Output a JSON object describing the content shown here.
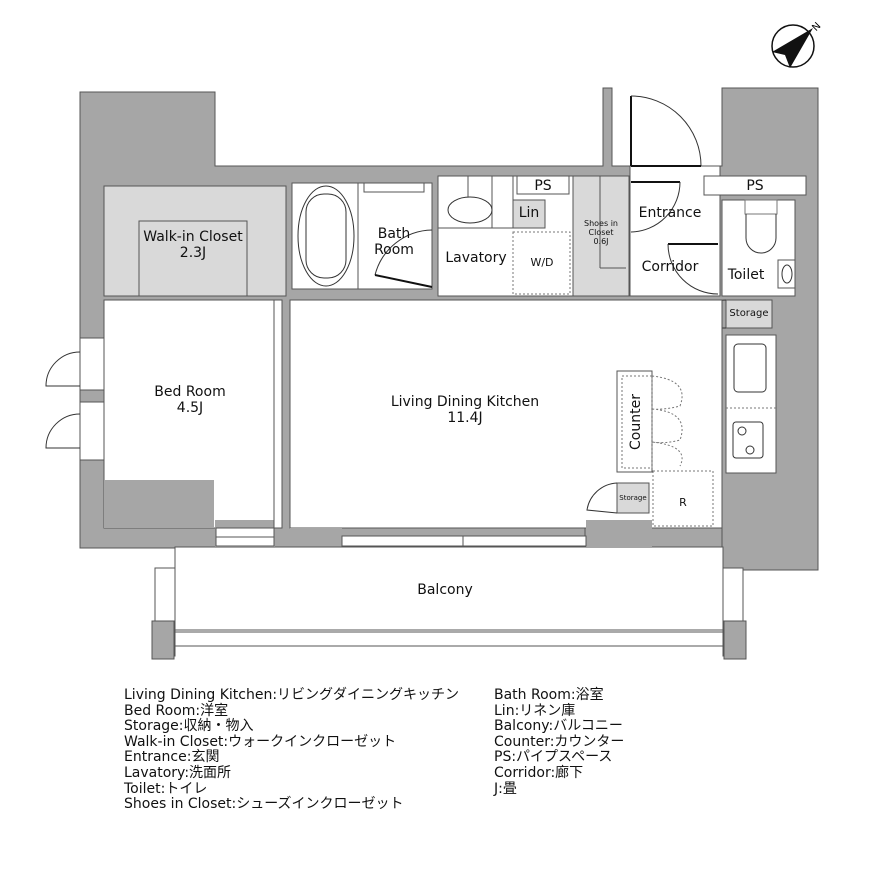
{
  "floor_plan": {
    "compass": {
      "label": "N",
      "icon": "north-arrow-icon"
    },
    "rooms": {
      "walk_in_closet": {
        "name": "Walk-in Closet",
        "size": "2.3J"
      },
      "bath_room": {
        "name_line1": "Bath",
        "name_line2": "Room"
      },
      "lavatory": {
        "name": "Lavatory"
      },
      "washer_dryer": {
        "name": "W/D"
      },
      "linen": {
        "name": "Lin"
      },
      "ps_left": {
        "name": "PS"
      },
      "ps_right": {
        "name": "PS"
      },
      "shoes_in_closet": {
        "name_line1": "Shoes in",
        "name_line2": "Closet",
        "size": "0.6J"
      },
      "entrance": {
        "name": "Entrance"
      },
      "corridor": {
        "name": "Corridor"
      },
      "toilet": {
        "name": "Toilet"
      },
      "storage_kitchen": {
        "name": "Storage"
      },
      "storage_small": {
        "name": "Storage"
      },
      "bed_room": {
        "name": "Bed Room",
        "size": "4.5J"
      },
      "ldk": {
        "name": "Living Dining Kitchen",
        "size": "11.4J"
      },
      "counter": {
        "name": "Counter"
      },
      "refrigerator": {
        "name": "R"
      },
      "balcony": {
        "name": "Balcony"
      }
    },
    "colors": {
      "wall": "#a6a6a6",
      "storage_fill": "#d9d9d9",
      "line": "#333333"
    }
  },
  "legend": {
    "left": [
      "Living Dining Kitchen:リビングダイニングキッチン",
      "Bed Room:洋室",
      "Storage:収納・物入",
      "Walk-in Closet:ウォークインクローゼット",
      "Entrance:玄関",
      "Lavatory:洗面所",
      "Toilet:トイレ",
      "Shoes in Closet:シューズインクローゼット"
    ],
    "right": [
      "Bath Room:浴室",
      "Lin:リネン庫",
      "Balcony:バルコニー",
      "Counter:カウンター",
      "PS:パイプスペース",
      "Corridor:廊下",
      "J:畳"
    ]
  }
}
